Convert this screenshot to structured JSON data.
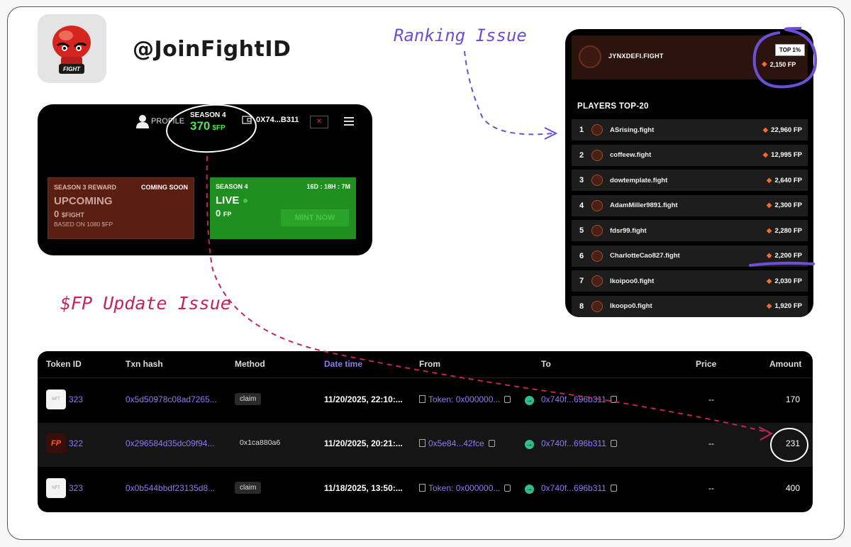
{
  "brand": {
    "handle": "@JoinFightID",
    "logo_text": "FIGHT"
  },
  "annotations": {
    "ranking_issue": "Ranking Issue",
    "fp_update_issue": "$FP Update Issue"
  },
  "season_widget": {
    "profile_label": "PROFILE",
    "season_label": "SEASON 4",
    "fp_value": "370",
    "fp_unit": "$FP",
    "wallet_address": "0X74...B311",
    "close_label": "✕",
    "reward_card": {
      "title": "SEASON 3 REWARD",
      "badge": "COMING SOON",
      "status": "UPCOMING",
      "amount": "0",
      "amount_unit": "$FIGHT",
      "basis": "BASED ON 1080 $FP"
    },
    "live_card": {
      "title": "SEASON 4",
      "countdown": "16D : 18H : 7M",
      "status": "LIVE",
      "amount": "0",
      "amount_unit": "FP",
      "mint_label": "MINT NOW"
    }
  },
  "leaderboard": {
    "me": {
      "name": "JYNXDEFI.FIGHT",
      "badge": "TOP 1%",
      "fp": "2,150 FP"
    },
    "title": "PLAYERS TOP-20",
    "players": [
      {
        "rank": "1",
        "name": "ASrising.fight",
        "fp": "22,960 FP"
      },
      {
        "rank": "2",
        "name": "coffeew.fight",
        "fp": "12,995 FP"
      },
      {
        "rank": "3",
        "name": "dowtemplate.fight",
        "fp": "2,640 FP"
      },
      {
        "rank": "4",
        "name": "AdamMiller9891.fight",
        "fp": "2,300 FP"
      },
      {
        "rank": "5",
        "name": "fdsr99.fight",
        "fp": "2,280 FP"
      },
      {
        "rank": "6",
        "name": "CharlotteCao827.fight",
        "fp": "2,200 FP"
      },
      {
        "rank": "7",
        "name": "lkoipoo0.fight",
        "fp": "2,030 FP"
      },
      {
        "rank": "8",
        "name": "lkoopo0.fight",
        "fp": "1,920 FP"
      }
    ]
  },
  "token_table": {
    "headers": [
      "Token ID",
      "Txn hash",
      "Method",
      "Date time",
      "From",
      "To",
      "Price",
      "Amount"
    ],
    "rows": [
      {
        "token_id": "323",
        "token_icon": "nft",
        "txn_hash": "0x5d50978c08ad7265...",
        "method": "claim",
        "datetime": "11/20/2025, 22:10:...",
        "from": "Token: 0x000000...",
        "to": "0x740f...696b311",
        "price": "--",
        "amount": "170"
      },
      {
        "token_id": "322",
        "token_icon": "FP",
        "txn_hash": "0x296584d35dc09f94...",
        "method": "0x1ca880a6",
        "datetime": "11/20/2025, 20:21:...",
        "from": "0x5e84...42fce",
        "to": "0x740f...696b311",
        "price": "--",
        "amount": "231"
      },
      {
        "token_id": "323",
        "token_icon": "nft",
        "txn_hash": "0x0b544bbdf23135d8...",
        "method": "claim",
        "datetime": "11/18/2025, 13:50:...",
        "from": "Token: 0x000000...",
        "to": "0x740f...696b311",
        "price": "--",
        "amount": "400"
      }
    ]
  },
  "colors": {
    "ranking_annotation": "#6d4fd6",
    "fp_annotation": "#c2245a",
    "live_green": "#1f8f1f",
    "fp_green": "#4ee54e",
    "link_purple": "#8a7df0"
  }
}
